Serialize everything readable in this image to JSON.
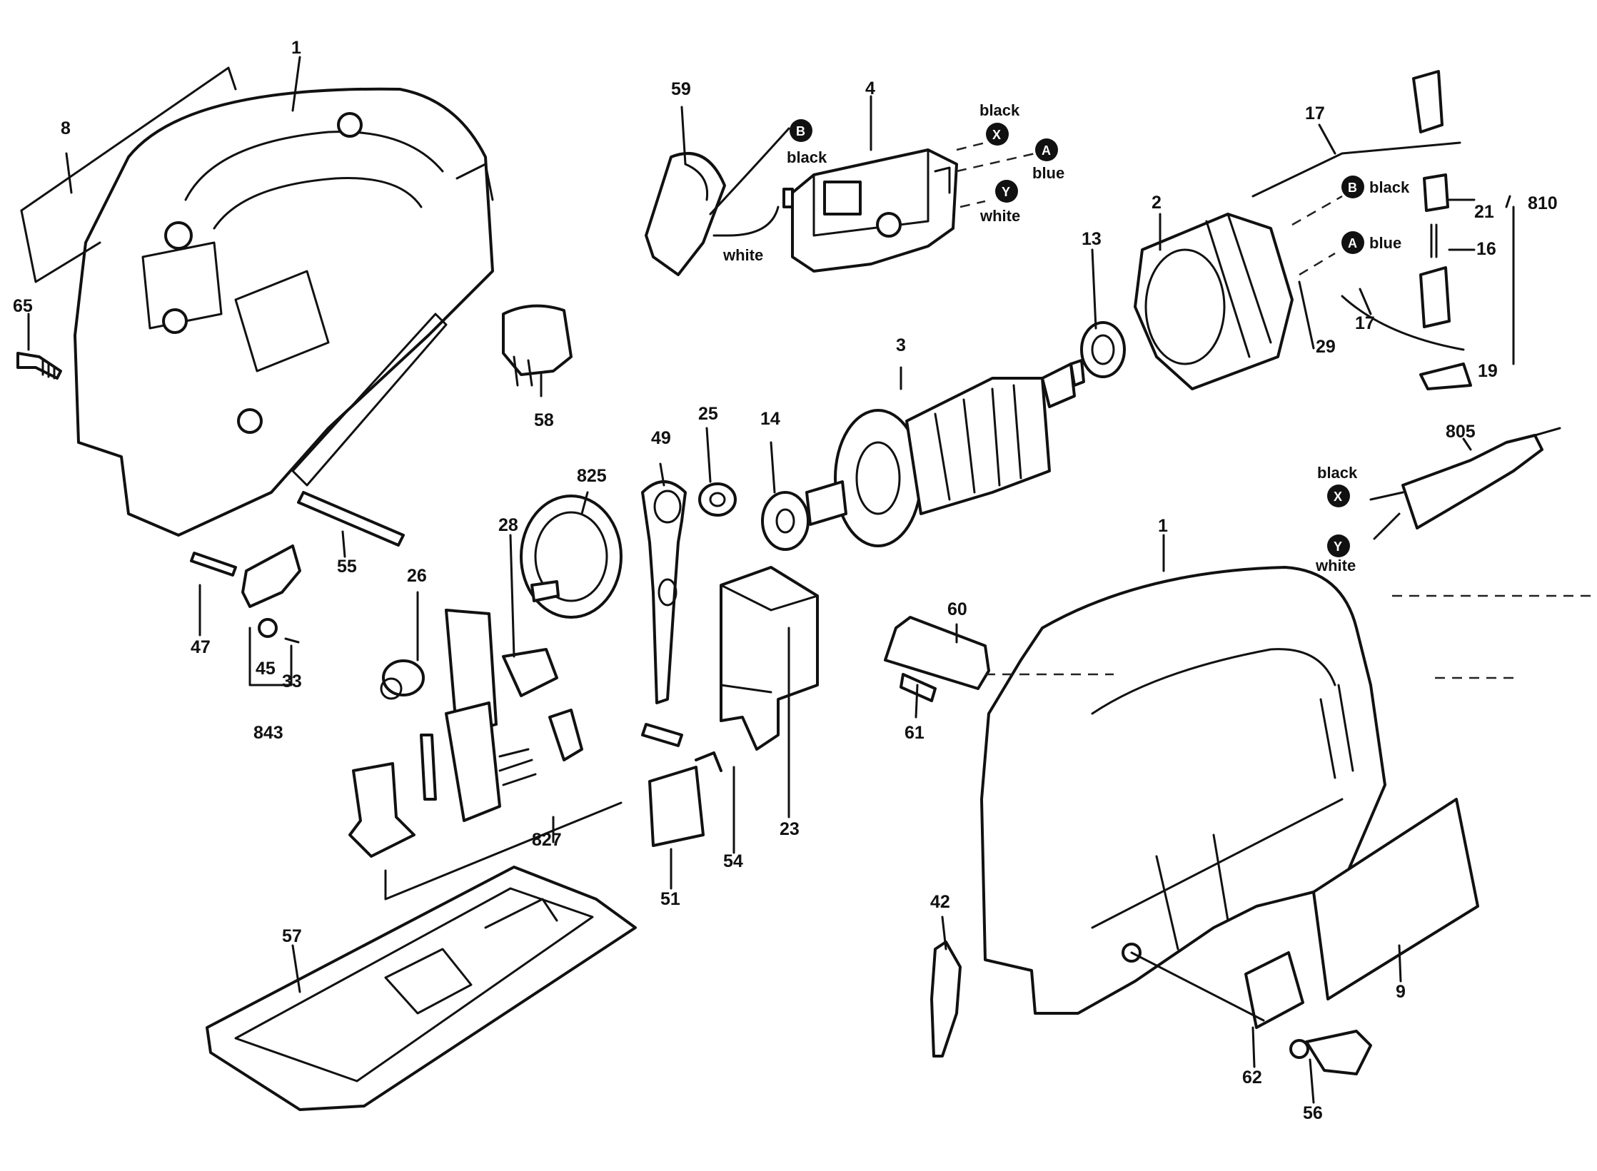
{
  "parts": {
    "p1a": "1",
    "p1b": "1",
    "p2": "2",
    "p3": "3",
    "p4": "4",
    "p8": "8",
    "p9": "9",
    "p13": "13",
    "p14": "14",
    "p16": "16",
    "p17a": "17",
    "p17b": "17",
    "p19": "19",
    "p21": "21",
    "p23": "23",
    "p25": "25",
    "p26": "26",
    "p28": "28",
    "p29": "29",
    "p33": "33",
    "p42": "42",
    "p45": "45",
    "p47": "47",
    "p49": "49",
    "p51": "51",
    "p54": "54",
    "p55": "55",
    "p56": "56",
    "p57": "57",
    "p58": "58",
    "p59": "59",
    "p60": "60",
    "p61": "61",
    "p62": "62",
    "p65": "65",
    "p805": "805",
    "p810": "810",
    "p825": "825",
    "p827": "827",
    "p843": "843"
  },
  "wires": {
    "black": "black",
    "blue": "blue",
    "white": "white",
    "tag_b": "B",
    "tag_a": "A",
    "tag_x": "X",
    "tag_y": "Y"
  }
}
